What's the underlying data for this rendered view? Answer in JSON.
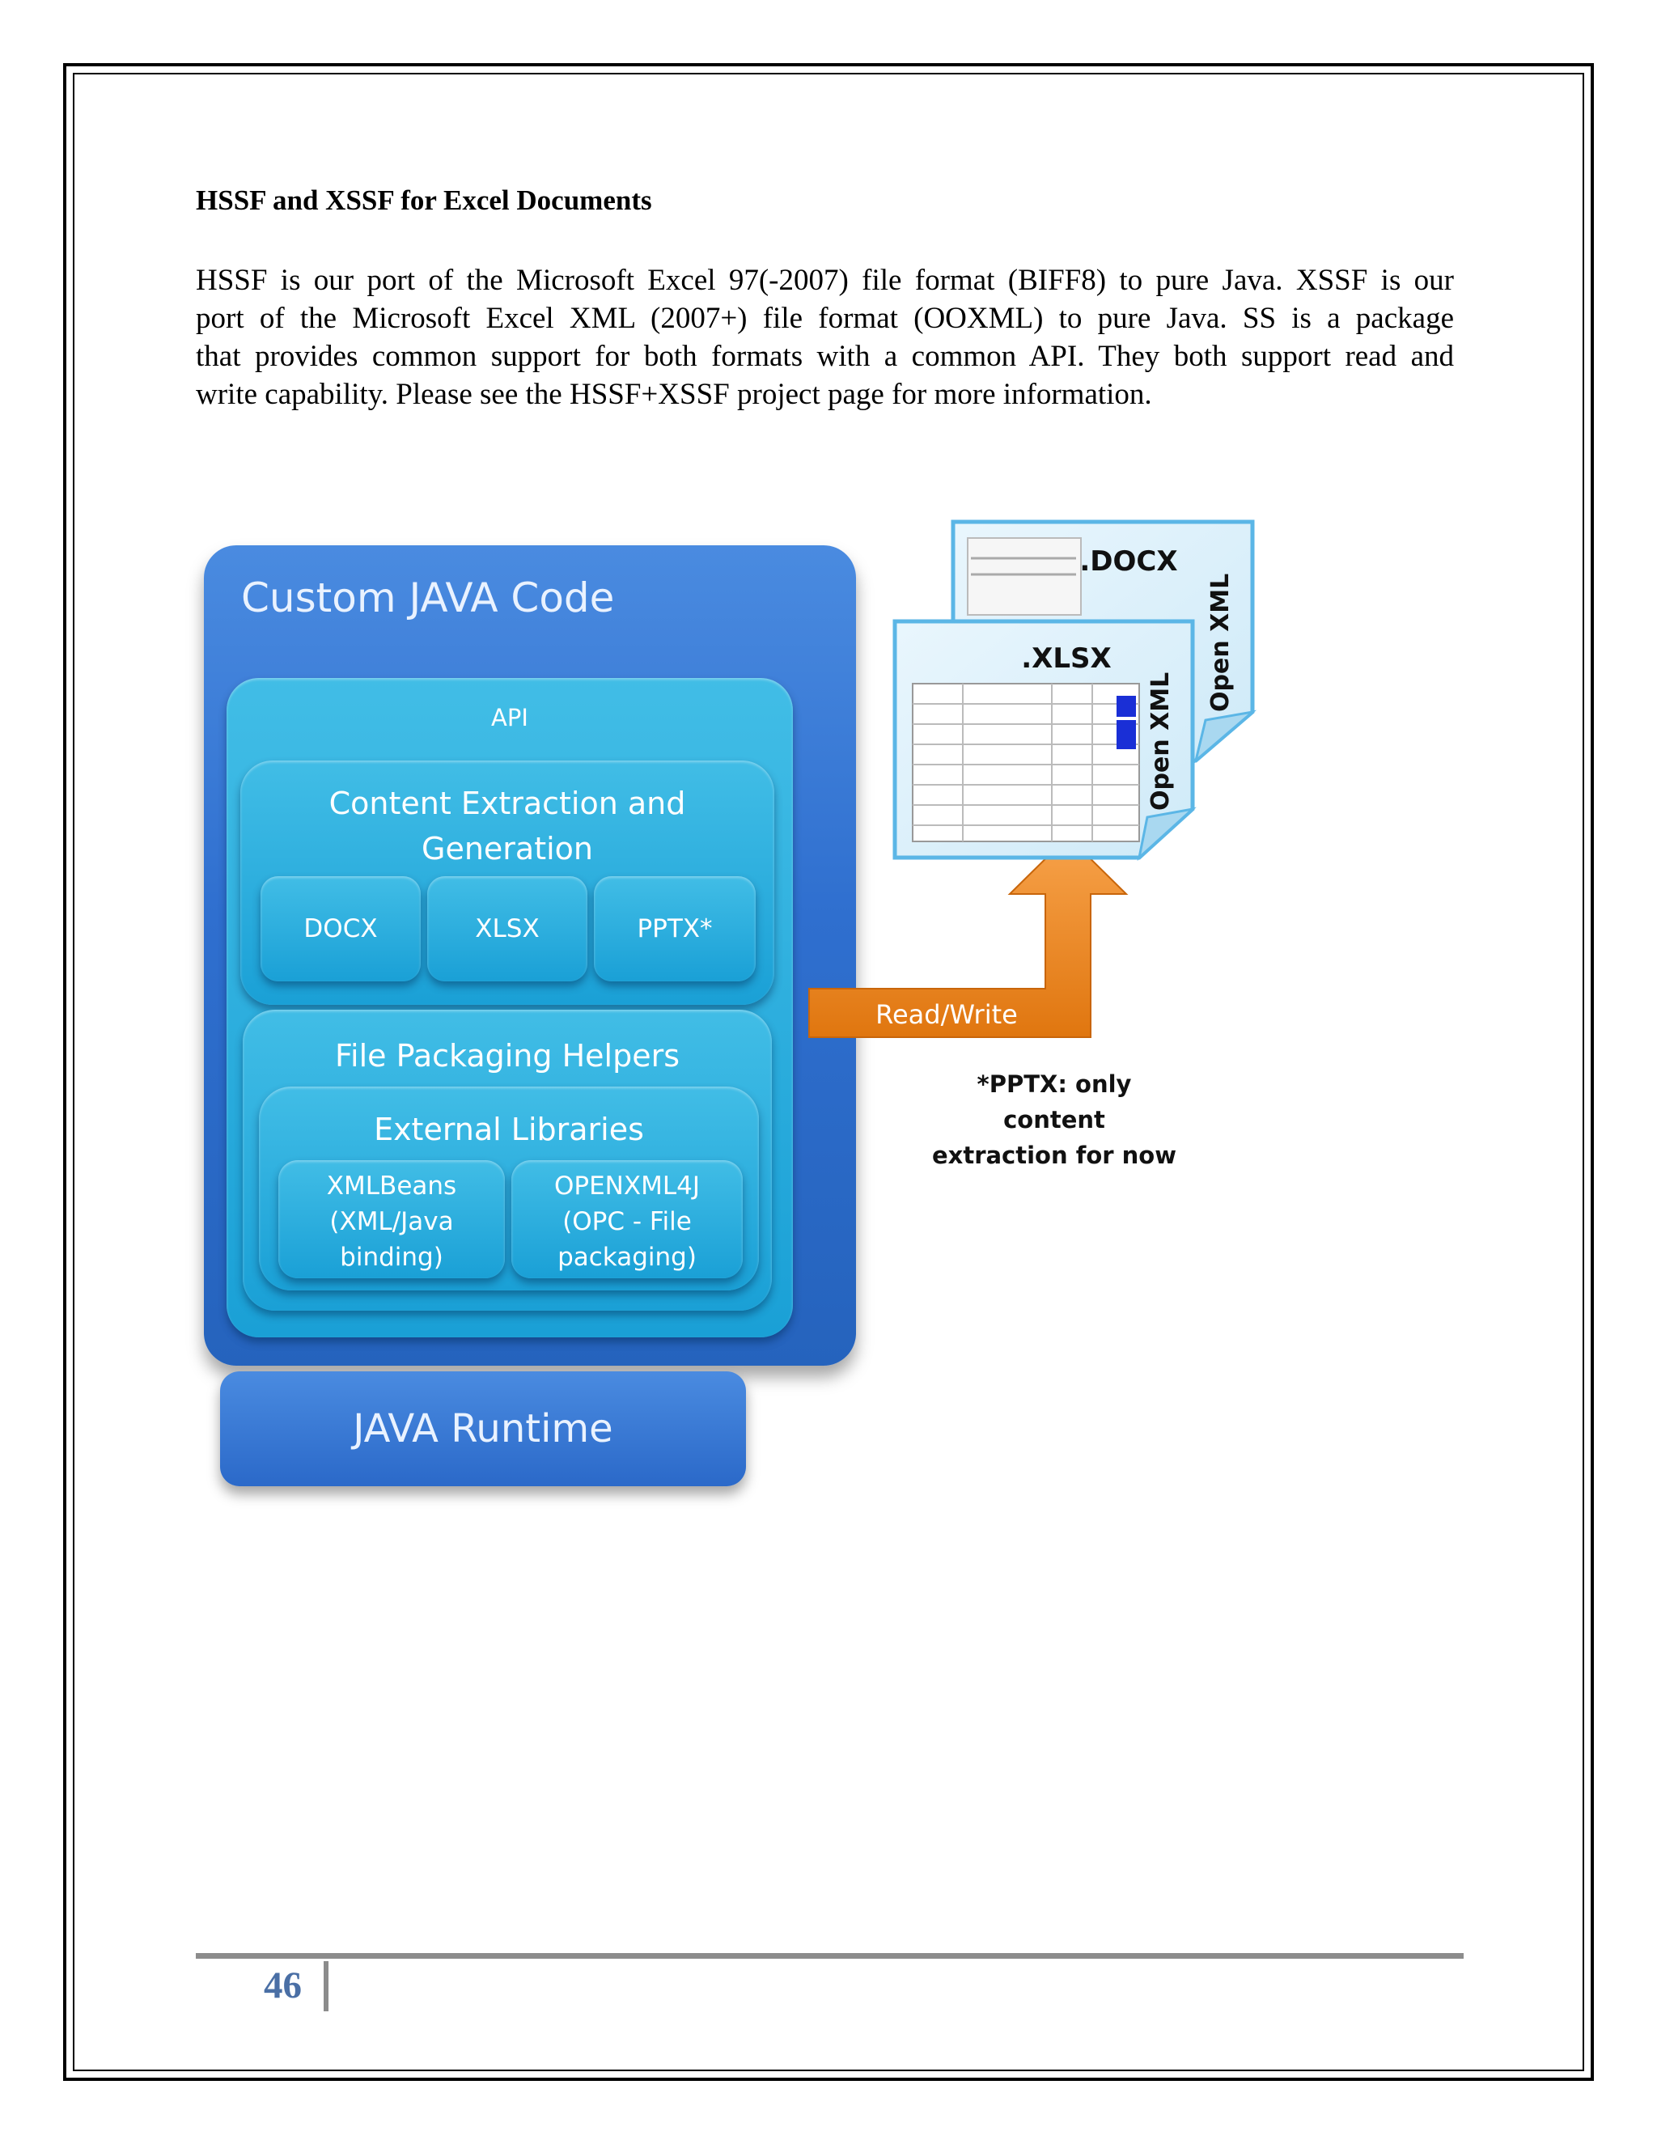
{
  "heading": "HSSF and XSSF for Excel Documents",
  "paragraph_lines": [
    "HSSF is our port of the Microsoft Excel 97(-2007) file format (BIFF8) to pure Java. XSSF is our",
    "port of the Microsoft Excel XML (2007+) file format (OOXML) to pure Java. SS is a package",
    "that provides common support for both formats with a common API. They both support read and",
    "write capability. Please see the HSSF+XSSF project page for more information."
  ],
  "diagram": {
    "custom_code": "Custom JAVA Code",
    "api": "API",
    "content_line1": "Content Extraction and",
    "content_line2": "Generation",
    "formats": [
      "DOCX",
      "XLSX",
      "PPTX*"
    ],
    "file_packaging": "File Packaging Helpers",
    "external_libraries": "External Libraries",
    "xmlbeans": [
      "XMLBeans",
      "(XML/Java",
      "binding)"
    ],
    "openxml4j": [
      "OPENXML4J",
      "(OPC - File",
      "packaging)"
    ],
    "runtime": "JAVA Runtime",
    "read_write": "Read/Write",
    "docx_doc": ".DOCX",
    "xlsx_doc": ".XLSX",
    "open_xml": "Open XML",
    "note_line1": "*PPTX: only content",
    "note_line2": "extraction for now"
  },
  "colors": {
    "outer_blue": "#2f6fcf",
    "teal": "#1aa0d6",
    "arrow_orange": "#f08a1c",
    "page_number": "#4a6fa5"
  },
  "footer": {
    "page_number": "46"
  }
}
